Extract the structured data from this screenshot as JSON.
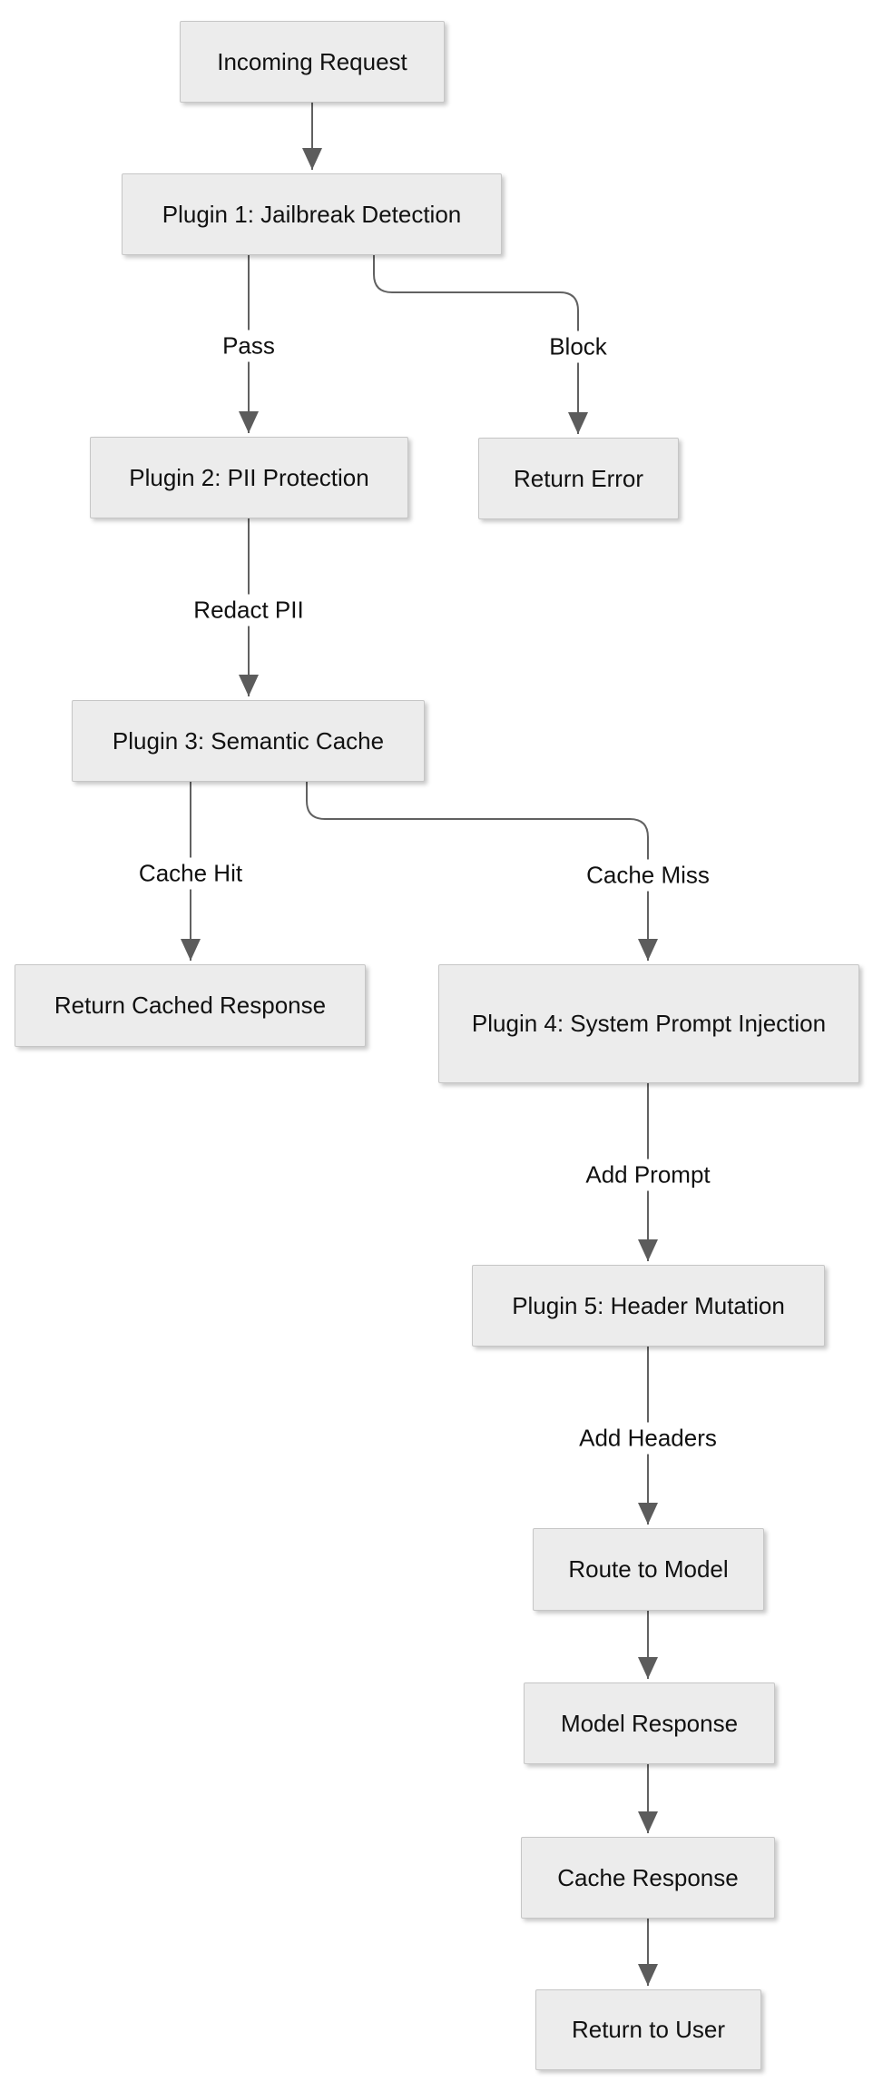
{
  "diagram": {
    "type": "flowchart",
    "direction": "top-down",
    "nodes": [
      {
        "id": "incoming_request",
        "label": "Incoming Request"
      },
      {
        "id": "plugin1",
        "label": "Plugin 1: Jailbreak Detection"
      },
      {
        "id": "plugin2",
        "label": "Plugin 2: PII Protection"
      },
      {
        "id": "return_error",
        "label": "Return Error"
      },
      {
        "id": "plugin3",
        "label": "Plugin 3: Semantic Cache"
      },
      {
        "id": "return_cached_response",
        "label": "Return Cached Response"
      },
      {
        "id": "plugin4",
        "label": "Plugin 4: System Prompt Injection"
      },
      {
        "id": "plugin5",
        "label": "Plugin 5: Header Mutation"
      },
      {
        "id": "route_to_model",
        "label": "Route to Model"
      },
      {
        "id": "model_response",
        "label": "Model Response"
      },
      {
        "id": "cache_response",
        "label": "Cache Response"
      },
      {
        "id": "return_to_user",
        "label": "Return to User"
      }
    ],
    "edges": [
      {
        "from": "incoming_request",
        "to": "plugin1",
        "label": ""
      },
      {
        "from": "plugin1",
        "to": "plugin2",
        "label": "Pass"
      },
      {
        "from": "plugin1",
        "to": "return_error",
        "label": "Block"
      },
      {
        "from": "plugin2",
        "to": "plugin3",
        "label": "Redact PII"
      },
      {
        "from": "plugin3",
        "to": "return_cached_response",
        "label": "Cache Hit"
      },
      {
        "from": "plugin3",
        "to": "plugin4",
        "label": "Cache Miss"
      },
      {
        "from": "plugin4",
        "to": "plugin5",
        "label": "Add Prompt"
      },
      {
        "from": "plugin5",
        "to": "route_to_model",
        "label": "Add Headers"
      },
      {
        "from": "route_to_model",
        "to": "model_response",
        "label": ""
      },
      {
        "from": "model_response",
        "to": "cache_response",
        "label": ""
      },
      {
        "from": "cache_response",
        "to": "return_to_user",
        "label": ""
      }
    ],
    "colors": {
      "node_fill": "#ececec",
      "node_border": "#c6c6c6",
      "edge_stroke": "#616161",
      "text": "#111111",
      "background": "#ffffff"
    }
  }
}
